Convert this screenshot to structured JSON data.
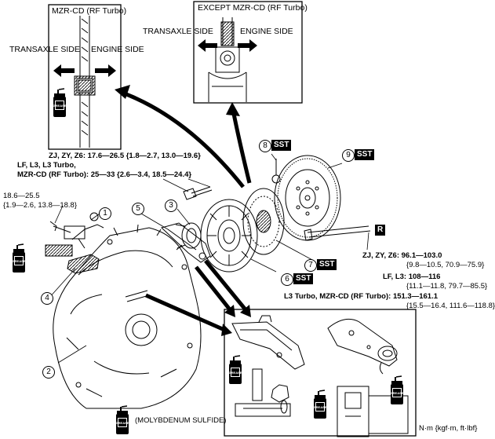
{
  "insets": {
    "mzr_title": "MZR-CD (RF Turbo)",
    "except_title": "EXCEPT MZR-CD (RF Turbo)",
    "transaxle_side": "TRANSAXLE SIDE",
    "engine_side": "ENGINE SIDE"
  },
  "grease_label": "GREASE",
  "torque": {
    "bolt_top": {
      "l1": "ZJ, ZY, Z6: 17.6—26.5 {1.8—2.7, 13.0—19.6}",
      "l2": "LF, L3, L3 Turbo,",
      "l3": "MZR-CD (RF Turbo): 25—33 {2.6—3.4, 18.5—24.4}"
    },
    "cylinder": {
      "l1": "18.6—25.5",
      "l2": "{1.9—2.6, 13.8—18.8}"
    },
    "flywheel": {
      "l1": "ZJ, ZY, Z6:  96.1—103.0",
      "l2": "{9.8—10.5, 70.9—75.9}",
      "l3": "LF, L3:  108—116",
      "l4": "{11.1—11.8, 79.7—85.5}",
      "l5": "L3 Turbo, MZR-CD (RF Turbo):  151.3—161.1",
      "l6": "{15.5—16.4, 111.6—118.8}"
    }
  },
  "callouts": {
    "c1": "1",
    "c2": "2",
    "c3": "3",
    "c4": "4",
    "c5": "5",
    "c6": "6",
    "c7": "7",
    "c8": "8",
    "c9": "9"
  },
  "sst": "SST",
  "replace_mark": "R",
  "legend": "(MOLYBDENUM SULFIDE)",
  "units": "N·m {kgf·m, ft·lbf}"
}
